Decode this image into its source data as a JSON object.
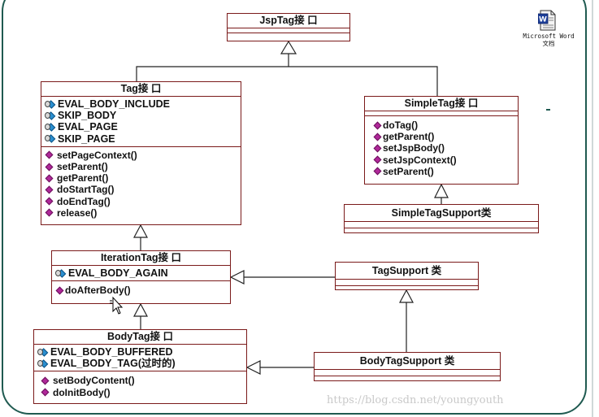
{
  "diagram": {
    "jsptag": {
      "title": "JspTag接 口"
    },
    "tag": {
      "title": "Tag接 口",
      "fields": [
        "EVAL_BODY_INCLUDE",
        "SKIP_BODY",
        "EVAL_PAGE",
        "SKIP_PAGE"
      ],
      "methods": [
        "setPageContext()",
        "setParent()",
        "getParent()",
        "doStartTag()",
        "doEndTag()",
        "release()"
      ]
    },
    "simpletag": {
      "title": "SimpleTag接 口",
      "methods": [
        "doTag()",
        "getParent()",
        "setJspBody()",
        "setJspContext()",
        "setParent()"
      ]
    },
    "simpletagsupport": {
      "title": "SimpleTagSupport类"
    },
    "iterationtag": {
      "title": "IterationTag接 口",
      "fields": [
        "EVAL_BODY_AGAIN"
      ],
      "methods": [
        "doAfterBody()"
      ]
    },
    "tagsupport": {
      "title": "TagSupport 类"
    },
    "bodytag": {
      "title": "BodyTag接 口",
      "fields": [
        "EVAL_BODY_BUFFERED",
        "EVAL_BODY_TAG(过时的)"
      ],
      "methods": [
        "setBodyContent()",
        "doInitBody()"
      ]
    },
    "bodytagsupport": {
      "title": "BodyTagSupport 类"
    }
  },
  "desktop_icon": {
    "name": "word-document-icon",
    "label_line1": "Microsoft Word",
    "label_line2": "文档"
  },
  "watermark": "https://blog.csdn.net/youngyouth",
  "colors": {
    "frame": "#1f5a50",
    "box_border": "#7a1a1a",
    "method_icon": "#b0289a",
    "field_icon": "#2a8fd0"
  }
}
